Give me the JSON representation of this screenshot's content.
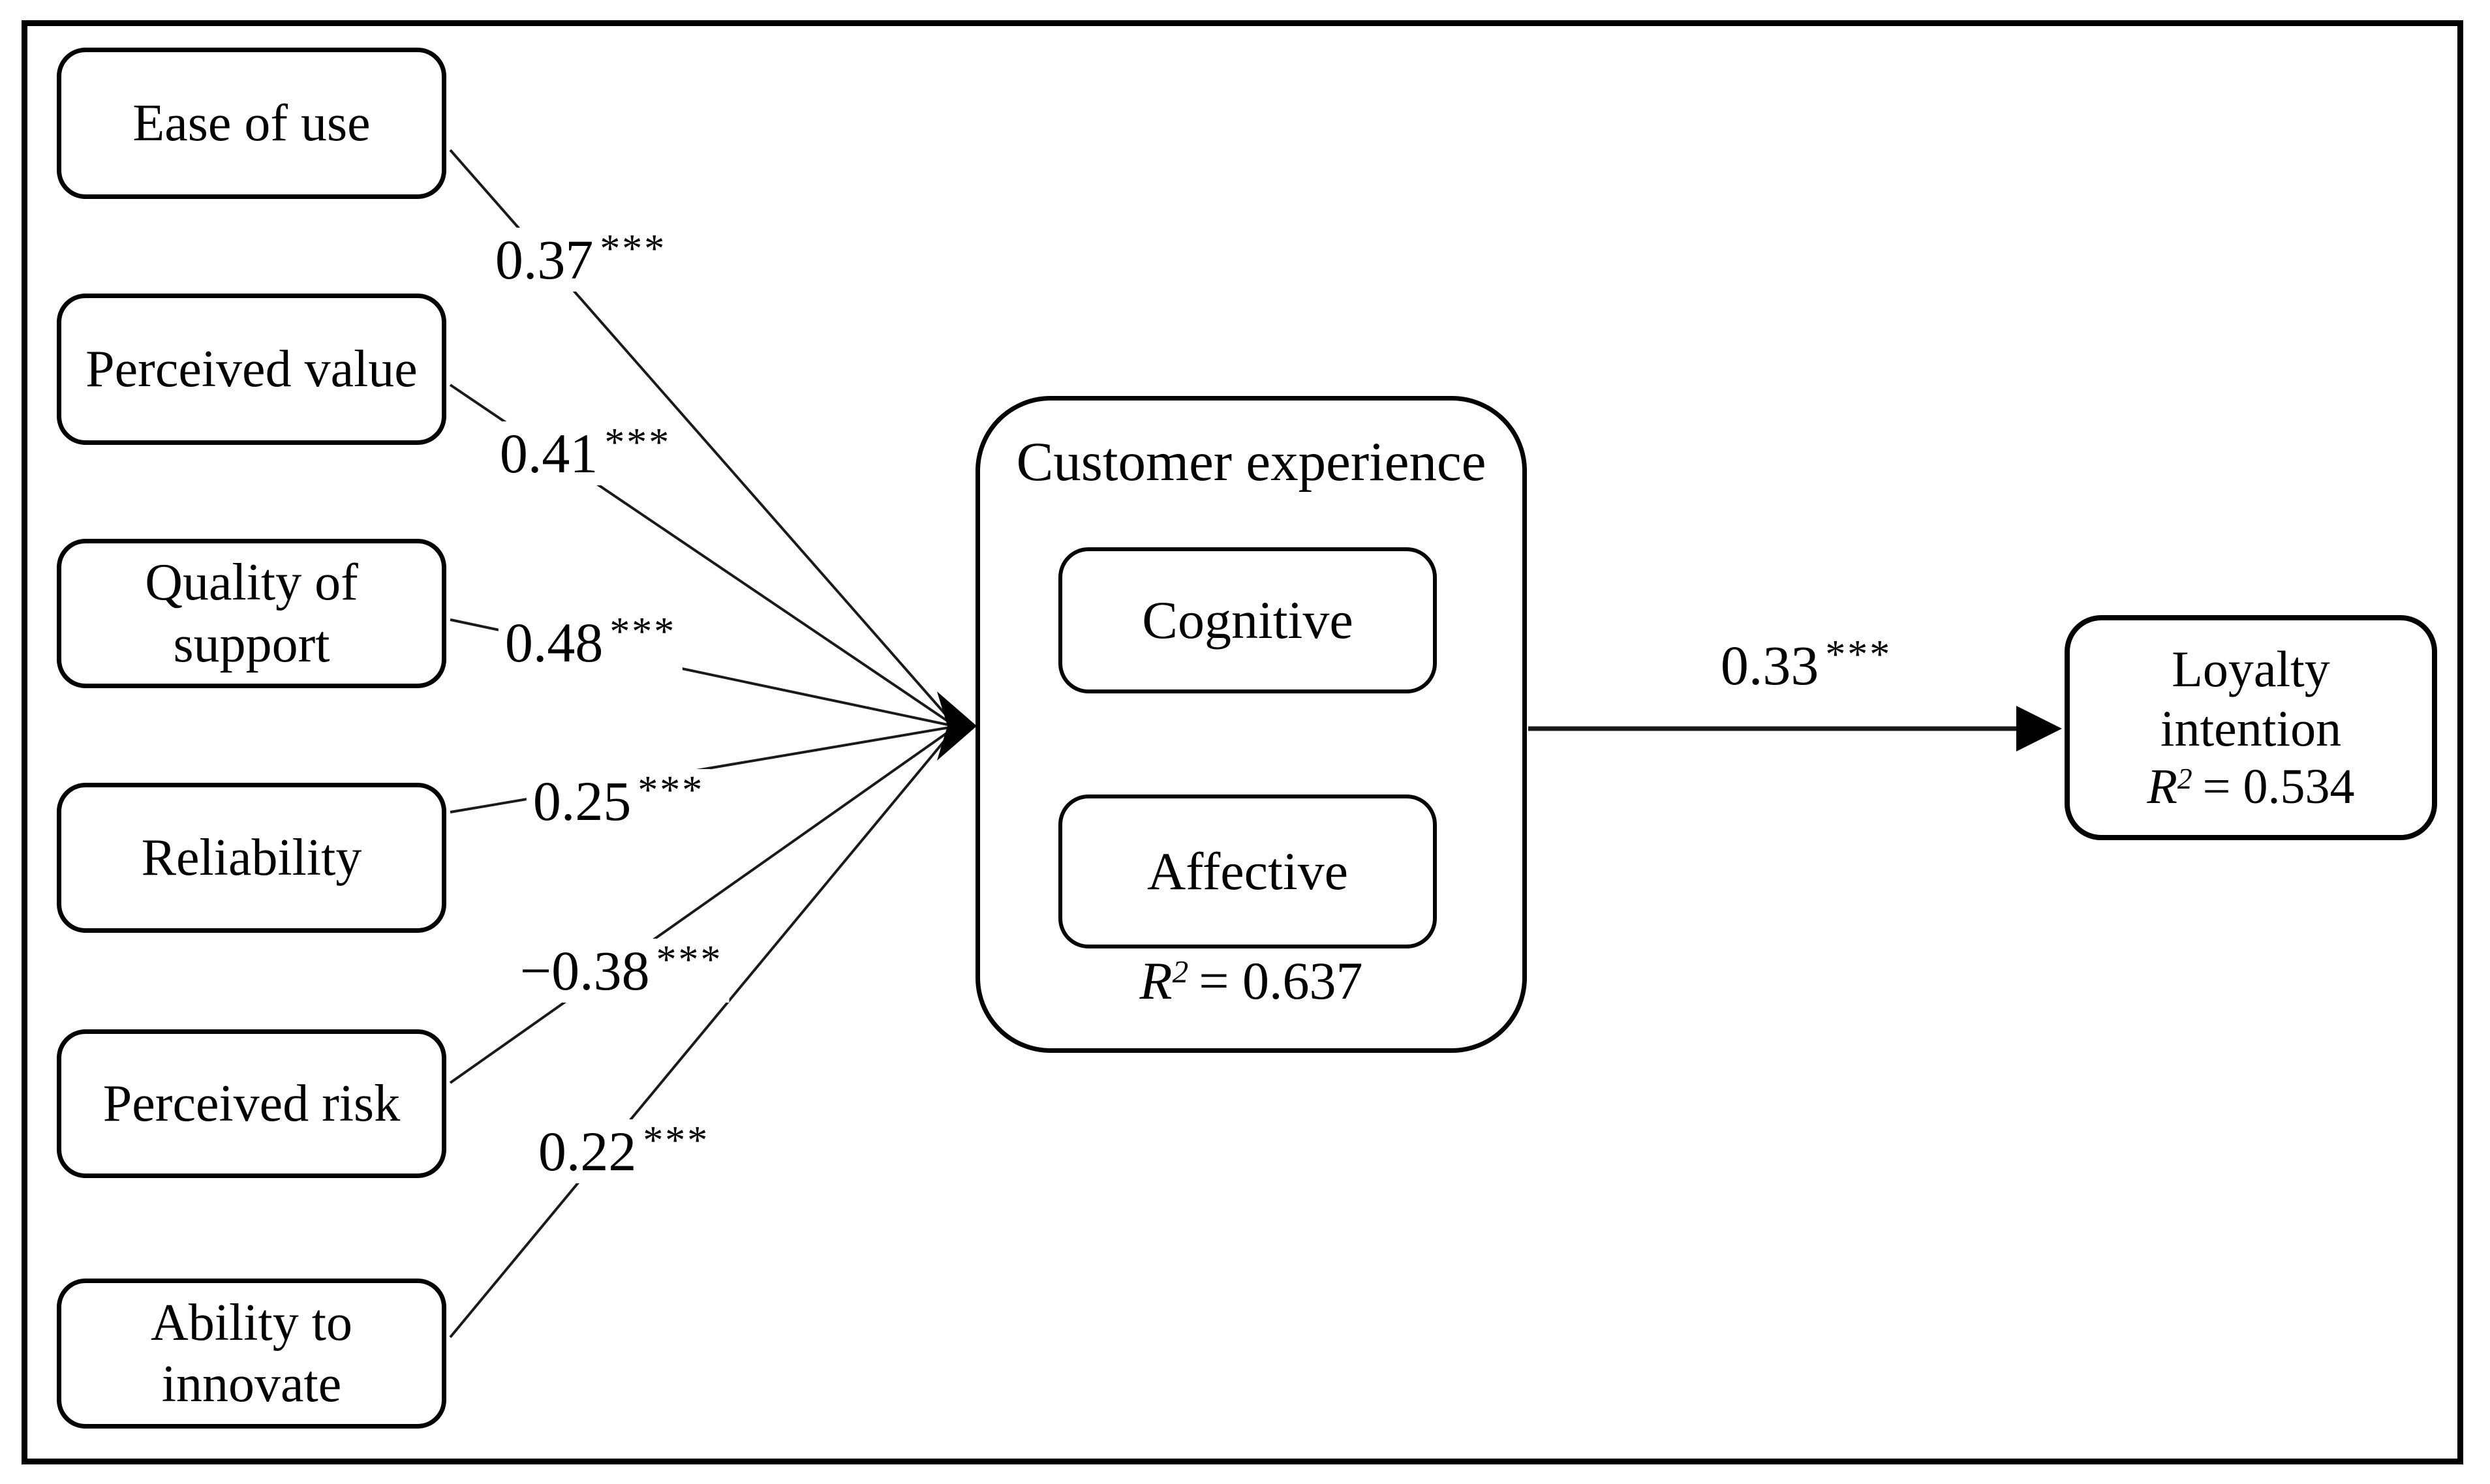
{
  "figure": {
    "predictors": [
      {
        "label": "Ease of use",
        "coefficient": "0.37",
        "stars": "***"
      },
      {
        "label": "Perceived value",
        "coefficient": "0.41",
        "stars": "***"
      },
      {
        "label": "Quality of support",
        "coefficient": "0.48",
        "stars": "***"
      },
      {
        "label": "Reliability",
        "coefficient": "0.25",
        "stars": "***"
      },
      {
        "label": "Perceived risk",
        "coefficient": "−0.38",
        "stars": "***"
      },
      {
        "label": "Ability to innovate",
        "coefficient": "0.22",
        "stars": "***"
      }
    ],
    "mediator": {
      "title": "Customer experience",
      "components": [
        {
          "label": "Cognitive"
        },
        {
          "label": "Affective"
        }
      ],
      "r_squared": {
        "symbol": "R",
        "sup": "2",
        "value": "= 0.637"
      }
    },
    "outcome": {
      "label": "Loyalty intention",
      "r_squared": {
        "symbol": "R",
        "sup": "2",
        "value": "= 0.534"
      }
    },
    "outcome_path": {
      "coefficient": "0.33",
      "stars": "***"
    },
    "colors": {
      "line": "#1a1a1a",
      "border": "#000000",
      "background": "#ffffff"
    }
  }
}
